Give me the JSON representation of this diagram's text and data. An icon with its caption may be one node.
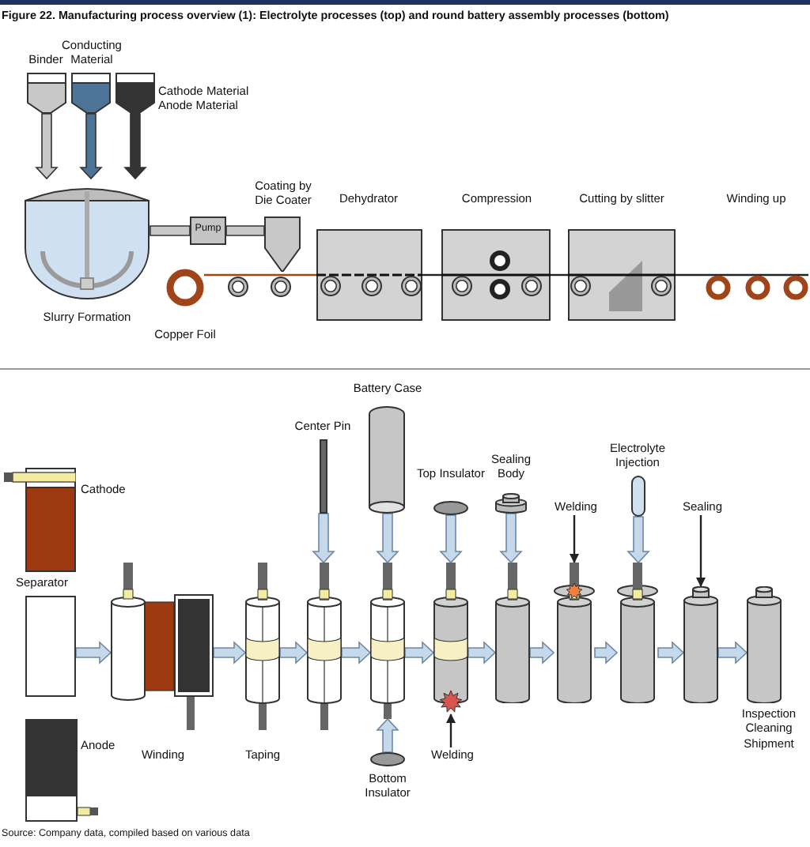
{
  "diagram": {
    "title": "Figure 22. Manufacturing process overview (1): Electrolyte processes (top) and round battery assembly processes (bottom)",
    "caption": "Source: Company data, compiled based on various data",
    "nodes": [
      {
        "text": [
          "Binder"
        ]
      },
      {
        "text": [
          "Conducting Material"
        ]
      },
      {
        "text": [
          "Cathode Material Anode Material"
        ]
      },
      {
        "text": [
          "Slurry Formation"
        ]
      },
      {
        "text": [
          "Pump"
        ]
      },
      {
        "text": [
          "Coating by Die Coater"
        ]
      },
      {
        "text": [
          "Copper Foil"
        ]
      },
      {
        "text": [
          "Dehydrator"
        ]
      },
      {
        "text": [
          "Compression"
        ]
      },
      {
        "text": [
          "Cutting by slitter"
        ]
      },
      {
        "text": [
          "Winding up"
        ]
      },
      {
        "text": [
          "Cathode"
        ]
      },
      {
        "text": [
          "Separator"
        ]
      },
      {
        "text": [
          "Anode"
        ]
      },
      {
        "text": [
          "Winding"
        ]
      },
      {
        "text": [
          "Taping"
        ]
      },
      {
        "text": [
          "Center Pin"
        ]
      },
      {
        "text": [],
        "shape": "cylinder"
      },
      {
        "text": [
          "Battery Case"
        ]
      },
      {
        "text": [],
        "shape": "cylinder"
      },
      {
        "text": [
          "Bottom Insulator"
        ]
      },
      {
        "text": [
          "Top Insulator"
        ]
      },
      {
        "text": [],
        "shape": "cylinder"
      },
      {
        "text": [
          "Welding"
        ]
      },
      {
        "text": [
          "Sealing Body"
        ]
      },
      {
        "text": [],
        "shape": "cylinder"
      },
      {
        "text": [
          "Welding"
        ]
      },
      {
        "text": [],
        "shape": "cylinder"
      },
      {
        "text": [
          "Electrolyte Injection"
        ]
      },
      {
        "text": [],
        "shape": "cylinder"
      },
      {
        "text": [
          "Sealing"
        ]
      },
      {
        "text": [],
        "shape": "cylinder"
      },
      {
        "text": [
          "Inspection Cleaning Shipment"
        ]
      }
    ],
    "edges": [
      {
        "from": 0,
        "to": 3,
        "arrow": "to",
        "style": "thick",
        "color": "#c8c8c8"
      },
      {
        "from": 1,
        "to": 3,
        "arrow": "to",
        "style": "thick",
        "color": "#4d7496"
      },
      {
        "from": 2,
        "to": 3,
        "arrow": "to",
        "style": "thick",
        "color": "#333333"
      },
      {
        "from": 3,
        "to": 4,
        "arrow": "none",
        "style": "thick",
        "color": "#c8c8c8"
      },
      {
        "from": 4,
        "to": 5,
        "arrow": "none",
        "style": "thick",
        "color": "#c8c8c8"
      },
      {
        "from": 6,
        "to": 7,
        "arrow": "none",
        "color": "#a0441a"
      },
      {
        "from": 7,
        "to": 8,
        "arrow": "none",
        "color": "#222222"
      },
      {
        "from": 8,
        "to": 9,
        "arrow": "none",
        "color": "#222222"
      },
      {
        "from": 9,
        "to": 10,
        "arrow": "none",
        "color": "#222222"
      },
      {
        "from": 12,
        "to": 14,
        "arrow": "to",
        "style": "thick"
      },
      {
        "from": 14,
        "to": 15,
        "arrow": "to",
        "style": "thick"
      },
      {
        "from": 15,
        "to": 17,
        "arrow": "to",
        "style": "thick"
      },
      {
        "from": 17,
        "to": 19,
        "arrow": "to",
        "style": "thick"
      },
      {
        "from": 19,
        "to": 22,
        "arrow": "to",
        "style": "thick"
      },
      {
        "from": 22,
        "to": 25,
        "arrow": "to",
        "style": "thick"
      },
      {
        "from": 25,
        "to": 27,
        "arrow": "to",
        "style": "thick"
      },
      {
        "from": 27,
        "to": 29,
        "arrow": "to",
        "style": "thick"
      },
      {
        "from": 29,
        "to": 31,
        "arrow": "to",
        "style": "thick"
      },
      {
        "from": 31,
        "to": 32,
        "arrow": "to",
        "style": "thick"
      },
      {
        "from": 16,
        "to": 17,
        "arrow": "to",
        "style": "thick"
      },
      {
        "from": 18,
        "to": 19,
        "arrow": "to",
        "style": "thick"
      },
      {
        "from": 20,
        "to": 19,
        "arrow": "to",
        "style": "thick"
      },
      {
        "from": 21,
        "to": 22,
        "arrow": "to",
        "style": "thick"
      },
      {
        "from": 24,
        "to": 25,
        "arrow": "to",
        "style": "thick"
      },
      {
        "from": 28,
        "to": 29,
        "arrow": "to",
        "style": "thick"
      },
      {
        "from": 23,
        "to": 22,
        "arrow": "to",
        "color": "#222222"
      },
      {
        "from": 26,
        "to": 27,
        "arrow": "to",
        "color": "#222222"
      },
      {
        "from": 30,
        "to": 31,
        "arrow": "to",
        "color": "#222222"
      }
    ]
  }
}
